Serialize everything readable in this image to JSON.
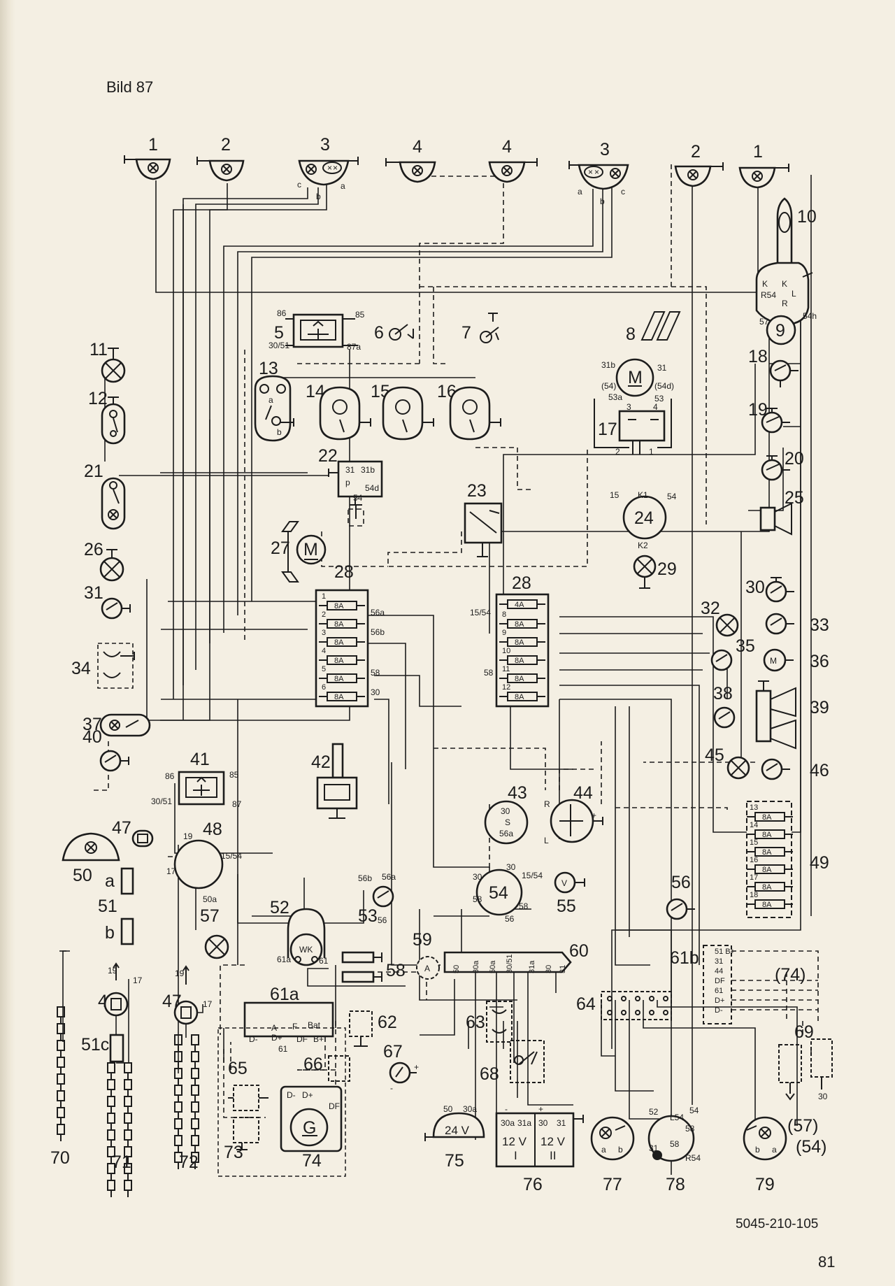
{
  "figure_label": "Bild 87",
  "drawing_code": "5045-210-105",
  "page_number": "81",
  "top_components": [
    "1",
    "2",
    "3",
    "4",
    "4",
    "3",
    "2",
    "1"
  ],
  "terminal_letters": {
    "a": "a",
    "b": "b",
    "c": "c"
  },
  "right_numbers": [
    "33",
    "36",
    "39",
    "46",
    "49"
  ],
  "fuse_box_left": {
    "id": "28",
    "rating": "8A",
    "slots": [
      "1",
      "2",
      "3",
      "4",
      "5",
      "6"
    ],
    "terms": [
      "56a",
      "56b",
      "58",
      "30"
    ]
  },
  "fuse_box_right": {
    "id": "28",
    "first_rating": "4A",
    "rating": "8A",
    "slots": [
      "8",
      "9",
      "10",
      "11",
      "12"
    ],
    "terms": [
      "15/54",
      "58"
    ]
  },
  "fuse_box_49": {
    "id": "49",
    "rating": "8A",
    "slots": [
      "13",
      "14",
      "15",
      "16",
      "17",
      "18"
    ]
  },
  "relay": {
    "t86": "86",
    "t85": "85",
    "t3051": "30/51",
    "t87a": "87a",
    "t87": "87"
  },
  "unit_24": {
    "id": "24",
    "k1": "K1",
    "k2": "K2",
    "t15": "15",
    "t54": "54"
  },
  "wiper_8": {
    "motor": "M",
    "t31b": "31b",
    "t31": "31",
    "t54": "(54)",
    "t54d": "(54d)",
    "t53a": "53a",
    "t53": "53"
  },
  "switch_17": {
    "t3": "3",
    "t4": "4",
    "t2": "2",
    "t1": "1"
  },
  "switch_22": {
    "t31": "31",
    "t31b": "31b",
    "tp": "p",
    "t54d": "54d",
    "t54": "54"
  },
  "switch_9": {
    "id": "9",
    "k": "K",
    "r54": "R54",
    "l": "L",
    "r": "R",
    "t54h": "54h",
    "t57": "57"
  },
  "gauges_43_44": {
    "s": "S",
    "t30": "30",
    "t56a": "56a",
    "r": "R",
    "l": "L",
    "plus": "+"
  },
  "unit_48": {
    "t19": "19",
    "t17": "17",
    "t1554": "15/54",
    "t50a": "50a"
  },
  "unit_54": {
    "id": "54",
    "t30": "30",
    "t58": "58",
    "t56": "56",
    "t1554": "15/54"
  },
  "switch_53": {
    "t56b": "56b",
    "t56a": "56a",
    "t56": "56"
  },
  "volt_55": {
    "letter": "V"
  },
  "amp_59": {
    "letter": "A"
  },
  "starter_52": {
    "label": "WK",
    "t61a": "61a",
    "t61": "61"
  },
  "terminal_60": {
    "terms": [
      "50",
      "30a",
      "50a",
      "30/51",
      "31a",
      "30",
      "31"
    ]
  },
  "regulator": {
    "A": "A",
    "F": "F",
    "Bat": "Bat",
    "D-": "D-",
    "D+": "D+",
    "61": "61",
    "DF": "DF",
    "B+": "B+"
  },
  "label_61a": "61a",
  "label_61b": "61b",
  "block_61b": {
    "terms": [
      "51 B+",
      "31",
      "44",
      "DF",
      "61",
      "D+",
      "D-"
    ],
    "ref": "(74)"
  },
  "generator_74": {
    "letter": "G",
    "dminus": "D-",
    "dplus": "D+",
    "df": "DF"
  },
  "batteries": {
    "v24": "24 V",
    "v12a": "12 V",
    "v12b": "12 V",
    "roman1": "I",
    "roman2": "II",
    "t30a": "30a",
    "t31a": "31a",
    "t30": "30",
    "t31": "31",
    "t50": "50"
  },
  "socket_78": {
    "t52": "52",
    "tL54": "L54",
    "t54": "54",
    "t31": "31",
    "t58": "58",
    "tR54": "R54"
  },
  "refs_79": [
    "(57)",
    "(54)"
  ],
  "wire_labels": {
    "t17": "17",
    "t19": "19",
    "t30": "30"
  },
  "icon_letters": {
    "motor": "M"
  }
}
